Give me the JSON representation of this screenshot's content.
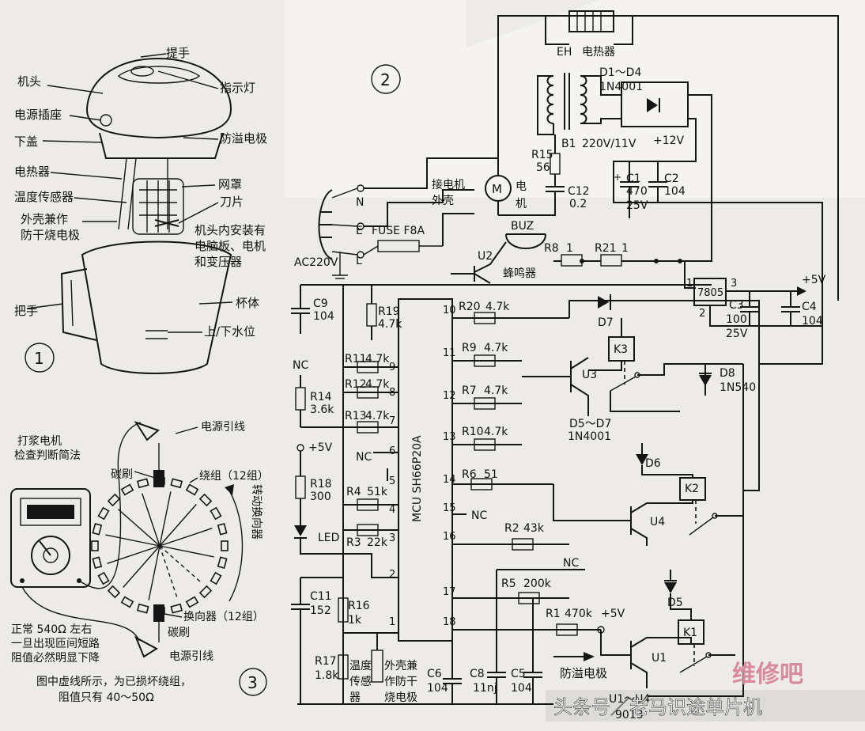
{
  "fig1": {
    "num": "1",
    "labels": {
      "handle_top": "提手",
      "head": "机头",
      "indicator": "指示灯",
      "power_socket": "电源插座",
      "lower_cover": "下盖",
      "overflow_electrode": "防溢电极",
      "heater": "电热器",
      "mesh": "网罩",
      "temp_sensor": "温度传感器",
      "blade": "刀片",
      "shell_dual_1": "外壳兼作",
      "shell_dual_2": "防干烧电极",
      "head_note_1": "机头内安装有",
      "head_note_2": "电脑板、电机",
      "head_note_3": "和变压器",
      "cup_handle": "把手",
      "cup_body": "杯体",
      "water_level": "上/下水位"
    }
  },
  "fig2": {
    "num": "2",
    "ac": {
      "N": "N",
      "E": "E",
      "L": "L",
      "supply": "AC220V",
      "fuse": "FUSE  F8A"
    },
    "eh": {
      "ref": "EH",
      "name": "电热器"
    },
    "transformer": {
      "ref": "B1",
      "rating": "220V/11V"
    },
    "bridge": {
      "ref": "D1～D4",
      "part": "1N4001",
      "out": "+12V"
    },
    "motor": {
      "shell_1": "接电机",
      "shell_2": "外壳",
      "symbol": "M",
      "name_1": "电",
      "name_2": "机"
    },
    "r15": {
      "ref": "R15",
      "val": "56"
    },
    "c12": {
      "ref": "C12",
      "val": "0.2"
    },
    "c1": {
      "ref": "C1",
      "val": "470",
      "v": "25V"
    },
    "c2": {
      "ref": "C2",
      "val": "104"
    },
    "buz": {
      "ref": "BUZ",
      "name": "蜂鸣器"
    },
    "u2": "U2",
    "r8": {
      "ref": "R8",
      "val": "1"
    },
    "r21": {
      "ref": "R21",
      "val": "1"
    },
    "reg": {
      "part": "7805",
      "p1": "1",
      "p2": "2",
      "p3": "3",
      "out": "+5V"
    },
    "c3": {
      "ref": "C3",
      "val": "100",
      "v": "25V"
    },
    "c4": {
      "ref": "C4",
      "val": "104"
    },
    "c9": {
      "ref": "C9",
      "val": "104"
    },
    "r19": {
      "ref": "R19",
      "val": "4.7k"
    },
    "mcu": "MCU  SH66P20A",
    "pins": [
      "10",
      "11",
      "12",
      "13",
      "14",
      "15",
      "16",
      "17",
      "18",
      "9",
      "8",
      "7",
      "6",
      "5",
      "4",
      "3",
      "2",
      "1"
    ],
    "r20": {
      "ref": "R20",
      "val": "4.7k"
    },
    "r9": {
      "ref": "R9",
      "val": "4.7k"
    },
    "r7": {
      "ref": "R7",
      "val": "4.7k"
    },
    "r10": {
      "ref": "R10",
      "val": "4.7k"
    },
    "r6": {
      "ref": "R6",
      "val": "51"
    },
    "r2": {
      "ref": "R2",
      "val": "43k"
    },
    "r5": {
      "ref": "R5",
      "val": "200k"
    },
    "r1": {
      "ref": "R1",
      "val": "470k",
      "v": "+5V"
    },
    "r11": {
      "ref": "R11",
      "val": "4.7k"
    },
    "r12": {
      "ref": "R12",
      "val": "4.7k"
    },
    "r13": {
      "ref": "R13",
      "val": "4.7k"
    },
    "r14": {
      "ref": "R14",
      "val": "3.6k"
    },
    "r18": {
      "ref": "R18",
      "val": "300"
    },
    "r4": {
      "ref": "R4",
      "val": "51k"
    },
    "r3": {
      "ref": "R3",
      "val": "22k"
    },
    "r16": {
      "ref": "R16",
      "val": "1k"
    },
    "r17": {
      "ref": "R17",
      "val": "1.8k"
    },
    "c11": {
      "ref": "C11",
      "val": "152"
    },
    "c6": {
      "ref": "C6",
      "val": "104"
    },
    "c8": {
      "ref": "C8",
      "val": "11nj"
    },
    "c5": {
      "ref": "C5",
      "val": "104"
    },
    "nc": "NC",
    "plus5": "+5V",
    "led": "LED",
    "d7": "D7",
    "d8": {
      "ref": "D8",
      "part": "1N540"
    },
    "d5d7": {
      "ref": "D5～D7",
      "part": "1N4001"
    },
    "d6": "D6",
    "d5": "D5",
    "k1": "K1",
    "k2": "K2",
    "k3": "K3",
    "u1": "U1",
    "u3": "U3",
    "u4": "U4",
    "u1_part": "U1～U4",
    "part9013": "9013",
    "temp_sensor": [
      "温度",
      "传感",
      "器"
    ],
    "shell_electrode": [
      "外壳兼",
      "作防干",
      "烧电极"
    ],
    "overflow": "防溢电极"
  },
  "fig3": {
    "num": "3",
    "title_1": "打浆电机",
    "title_2": "检查判断简法",
    "lead_top": "电源引线",
    "brush_top": "碳刷",
    "winding": "绕组（12组）",
    "rotate": "转动换向器",
    "commutator": "换向器（12组）",
    "brush_bottom": "碳刷",
    "lead_bottom": "电源引线",
    "normal_1": "正常 540Ω 左右",
    "normal_2": "一旦出现匝间短路",
    "normal_3": "阻值必然明显下降",
    "note_1": "图中虚线所示，为已损坏绕组，",
    "note_2": "阻值只有 40～50Ω"
  },
  "watermark": {
    "site": "维修吧",
    "caption": "头条号／老马识途单片机"
  }
}
